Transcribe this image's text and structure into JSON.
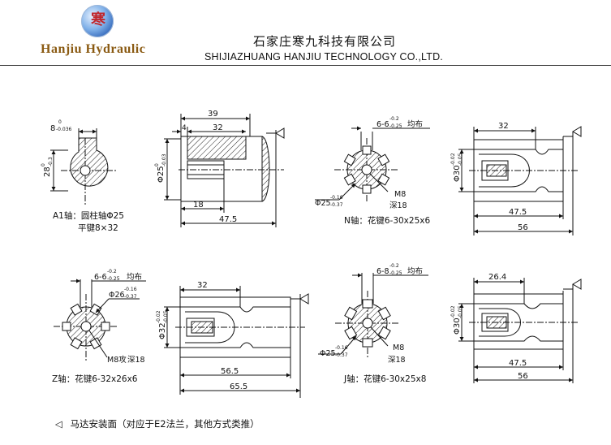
{
  "header": {
    "brand": "Hanjiu Hydraulic",
    "logo_mark": "寒",
    "company_cn": "石家庄寒九科技有限公司",
    "company_en": "SHIJIAZHUANG HANJIU TECHNOLOGY CO.,LTD."
  },
  "shafts": {
    "a": {
      "caption": "A1轴：圆柱轴Φ25",
      "caption2": "平键8×32",
      "key_width": "8",
      "key_width_tol_upper": "0",
      "key_width_tol_lower": "-0.036",
      "key_height": "28",
      "key_height_tol_upper": "0",
      "key_height_tol_lower": "-0.3",
      "dia": "Φ25",
      "dia_tol_upper": "0",
      "dia_tol_lower": "-0.03",
      "len_total": "39",
      "len_key": "32",
      "len_offset": "4",
      "len_thread": "18",
      "len_out": "47.5"
    },
    "n": {
      "caption": "N轴：花键6-30x25x6",
      "spline_spec": "6-6",
      "spline_tol_upper": "-0.2",
      "spline_tol_lower": "-0.25",
      "spline_note": "均布",
      "dia": "Φ25",
      "dia_tol_upper": "-0.16",
      "dia_tol_lower": "-0.37",
      "thread": "M8",
      "depth": "深18",
      "len_spline": "32",
      "od": "Φ30",
      "od_tol_upper": "-0.02",
      "od_tol_lower": "-0.05",
      "len_mid": "47.5",
      "len_total": "56"
    },
    "z": {
      "caption": "Z轴：花键6-32x26x6",
      "spline_spec": "6-6",
      "spline_tol_upper": "-0.2",
      "spline_tol_lower": "-0.25",
      "spline_note": "均布",
      "dia": "Φ26",
      "dia_tol_upper": "-0.16",
      "dia_tol_lower": "-0.37",
      "thread": "M8攻",
      "depth": "深18",
      "len_spline": "32",
      "od": "Φ32",
      "od_tol_upper": "-0.02",
      "od_tol_lower": "-0.05",
      "len_mid": "56.5",
      "len_total": "65.5"
    },
    "j": {
      "caption": "J轴：花键6-30x25x8",
      "spline_spec": "6-8",
      "spline_tol_upper": "-0.2",
      "spline_tol_lower": "-0.25",
      "spline_note": "均布",
      "dia": "Φ25",
      "dia_tol_upper": "-0.16",
      "dia_tol_lower": "-0.37",
      "thread": "M8",
      "depth": "深18",
      "len_spline": "26.4",
      "od": "Φ30",
      "od_tol_upper": "-0.02",
      "od_tol_lower": "-0.05",
      "len_mid": "47.5",
      "len_total": "56"
    }
  },
  "footer": {
    "symbol": "◁",
    "note": "马达安装面（对应于E2法兰，其他方式类推）"
  }
}
